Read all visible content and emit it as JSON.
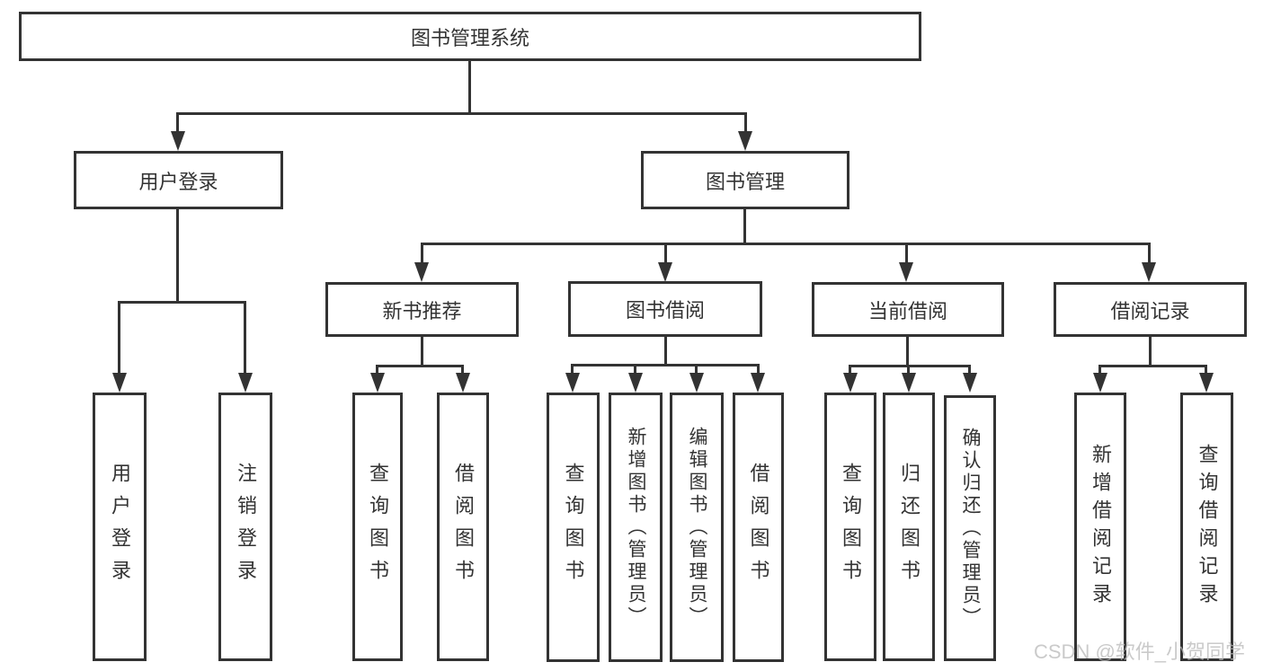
{
  "colors": {
    "line": "#333333",
    "text": "#333333",
    "box_background": "#ffffff",
    "watermark": "#b9b9b9"
  },
  "tree": {
    "root": {
      "label": "图书管理系统"
    },
    "level2": [
      {
        "label": "用户登录"
      },
      {
        "label": "图书管理"
      }
    ],
    "level3": [
      {
        "label": "新书推荐"
      },
      {
        "label": "图书借阅"
      },
      {
        "label": "当前借阅"
      },
      {
        "label": "借阅记录"
      }
    ],
    "leaf_groups": [
      {
        "parent": "用户登录",
        "items": [
          "用户登录",
          "注销登录"
        ]
      },
      {
        "parent": "新书推荐",
        "items": [
          "查询图书",
          "借阅图书"
        ]
      },
      {
        "parent": "图书借阅",
        "items": [
          "查询图书",
          "新增图书（管理员）",
          "编辑图书（管理员）",
          "借阅图书"
        ]
      },
      {
        "parent": "当前借阅",
        "items": [
          "查询图书",
          "归还图书",
          "确认归还（管理员）"
        ]
      },
      {
        "parent": "借阅记录",
        "items": [
          "新增借阅记录",
          "查询借阅记录"
        ]
      }
    ]
  },
  "watermark": {
    "text": "CSDN @软件_小贺同学"
  }
}
